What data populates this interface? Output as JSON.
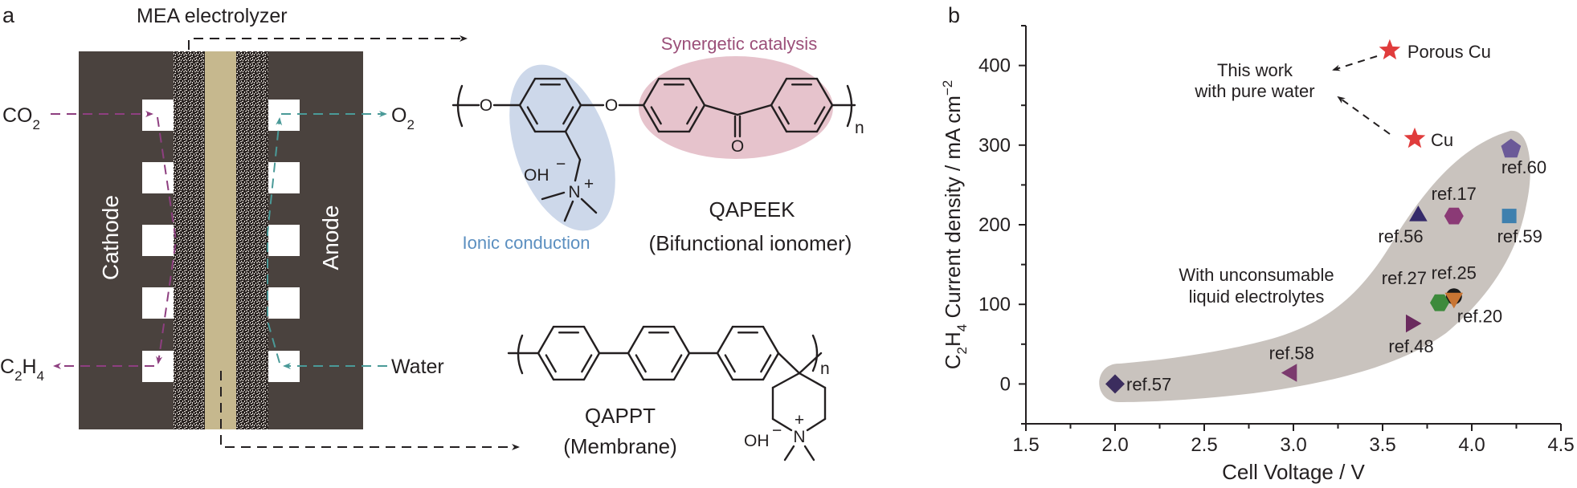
{
  "panel_a": {
    "label": "a",
    "title": "MEA electrolyzer",
    "cathode": "Cathode",
    "anode": "Anode",
    "co2": {
      "main": "CO",
      "sub": "2"
    },
    "o2": {
      "main": "O",
      "sub": "2"
    },
    "c2h4": {
      "c": "C",
      "sub1": "2",
      "h": "H",
      "sub2": "4"
    },
    "water": "Water",
    "colors": {
      "plate": "#4a423e",
      "membrane": "#c6b88e",
      "cathode_flow": "#8e3f80",
      "anode_flow": "#4a9a98",
      "ionic_conduction": "#cdd8ea",
      "synergetic_catalysis": "#e6c3cc"
    },
    "qapeek": {
      "name": "QAPEEK",
      "role": "(Bifunctional ionomer)",
      "ionic_label": "Ionic conduction",
      "catalysis_label": "Synergetic catalysis",
      "atoms": {
        "o1": "O",
        "o2": "O",
        "o3": "O",
        "n": "N",
        "n_charge": "+",
        "oh": "OH",
        "oh_charge": "−",
        "repeat": "n"
      }
    },
    "qappt": {
      "name": "QAPPT",
      "role": "(Membrane)",
      "atoms": {
        "n": "N",
        "n_charge": "+",
        "oh": "OH",
        "oh_charge": "−",
        "repeat": "n"
      }
    }
  },
  "panel_b": {
    "label": "b"
  },
  "chart_data": {
    "type": "scatter",
    "xlabel": "Cell Voltage / V",
    "ylabel": {
      "c": "C",
      "sub1": "2",
      "h": "H",
      "sub2": "4",
      "rest": " Current density / mA cm",
      "sup": "−2"
    },
    "xlim": [
      1.5,
      4.5
    ],
    "ylim": [
      -50,
      450
    ],
    "x_ticks": [
      "1.5",
      "2.0",
      "2.5",
      "3.0",
      "3.5",
      "4.0",
      "4.5"
    ],
    "y_ticks": [
      "0",
      "100",
      "200",
      "300",
      "400"
    ],
    "grid": false,
    "annotations": {
      "this_work": [
        "This work",
        "with pure water"
      ],
      "liquid": [
        "With unconsumable",
        "liquid electrolytes"
      ]
    },
    "region_color": "#c9c3be",
    "points": [
      {
        "label": "Porous Cu",
        "x": 3.54,
        "y": 419,
        "marker": "star",
        "color": "#e03c3c",
        "group": "this work"
      },
      {
        "label": "Cu",
        "x": 3.68,
        "y": 308,
        "marker": "star",
        "color": "#e03c3c",
        "group": "this work"
      },
      {
        "label": "ref.60",
        "x": 4.22,
        "y": 295,
        "marker": "pentagon",
        "color": "#6b5a98",
        "group": "liquid electrolytes"
      },
      {
        "label": "ref.17",
        "x": 3.9,
        "y": 211,
        "marker": "hexagon",
        "color": "#8b3a76",
        "group": "liquid electrolytes"
      },
      {
        "label": "ref.56",
        "x": 3.7,
        "y": 211,
        "marker": "triangle-up",
        "color": "#352a6a",
        "group": "liquid electrolytes"
      },
      {
        "label": "ref.59",
        "x": 4.21,
        "y": 211,
        "marker": "square",
        "color": "#3f80ae",
        "group": "liquid electrolytes"
      },
      {
        "label": "ref.25",
        "x": 3.9,
        "y": 110,
        "marker": "circle",
        "color": "#1a1a1a",
        "group": "liquid electrolytes"
      },
      {
        "label": "ref.20",
        "x": 3.9,
        "y": 108,
        "marker": "triangle-down",
        "color": "#c87533",
        "group": "liquid electrolytes"
      },
      {
        "label": "ref.27",
        "x": 3.82,
        "y": 102,
        "marker": "hexagon",
        "color": "#3d8a3c",
        "group": "liquid electrolytes"
      },
      {
        "label": "ref.48",
        "x": 3.66,
        "y": 76,
        "marker": "triangle-right",
        "color": "#6a2a5e",
        "group": "liquid electrolytes"
      },
      {
        "label": "ref.58",
        "x": 2.99,
        "y": 14,
        "marker": "triangle-left",
        "color": "#7b3a6e",
        "group": "liquid electrolytes"
      },
      {
        "label": "ref.57",
        "x": 2.0,
        "y": 0,
        "marker": "diamond",
        "color": "#3b2d5e",
        "group": "liquid electrolytes"
      }
    ]
  }
}
